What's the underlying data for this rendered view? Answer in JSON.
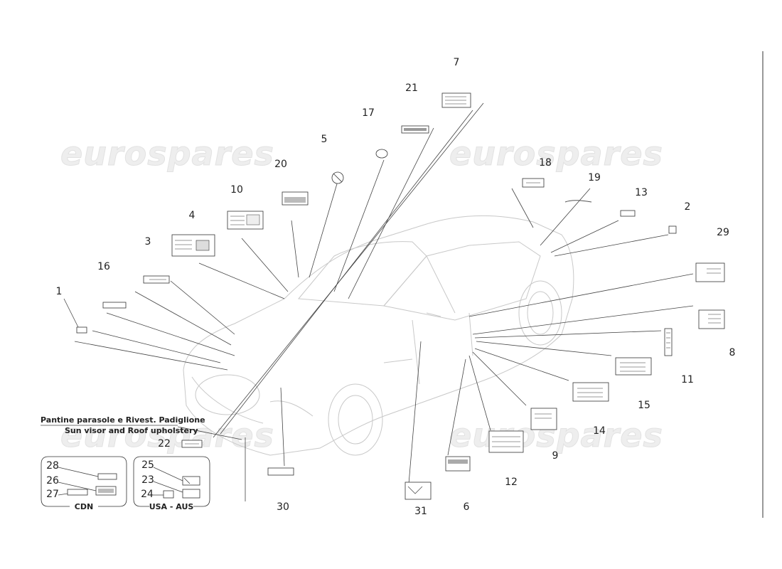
{
  "watermarks": [
    "eurospares",
    "eurospares",
    "eurospares",
    "eurospares"
  ],
  "caption": {
    "line1": "Pantine parasole e Rivest. Padiglione",
    "line2": "Sun visor and Roof upholstery"
  },
  "groups": {
    "cdn": "CDN",
    "usa_aus": "USA - AUS"
  },
  "callouts": {
    "n1": "1",
    "n2": "2",
    "n3": "3",
    "n4": "4",
    "n5": "5",
    "n6": "6",
    "n7": "7",
    "n8": "8",
    "n9": "9",
    "n10": "10",
    "n11": "11",
    "n12": "12",
    "n13": "13",
    "n14": "14",
    "n15": "15",
    "n16": "16",
    "n17": "17",
    "n18": "18",
    "n19": "19",
    "n20": "20",
    "n21": "21",
    "n22": "22",
    "n23": "23",
    "n24": "24",
    "n25": "25",
    "n26": "26",
    "n27": "27",
    "n28": "28",
    "n29": "29",
    "n30": "30",
    "n31": "31"
  }
}
